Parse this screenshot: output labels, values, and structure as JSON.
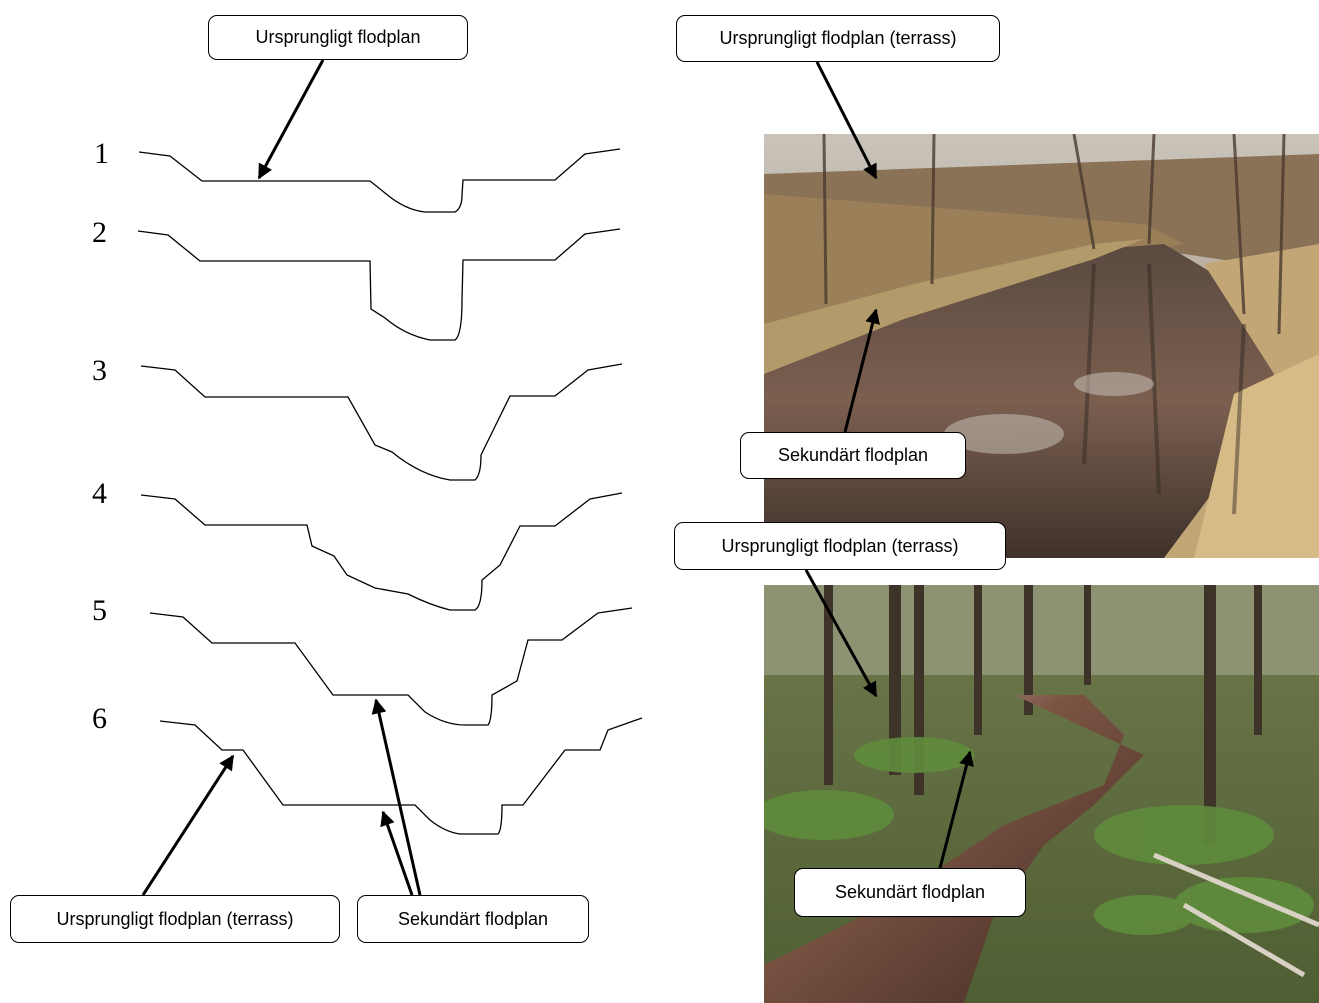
{
  "profiles": [
    {
      "number": "1"
    },
    {
      "number": "2"
    },
    {
      "number": "3"
    },
    {
      "number": "4"
    },
    {
      "number": "5"
    },
    {
      "number": "6"
    }
  ],
  "callouts": {
    "top_left": "Ursprungligt flodplan",
    "top_right": "Ursprungligt flodplan (terrass)",
    "photo1_secondary": "Sekundärt flodplan",
    "middle_right": "Ursprungligt flodplan (terrass)",
    "photo2_secondary": "Sekundärt flodplan",
    "bottom_left": "Ursprungligt flodplan (terrass)",
    "bottom_middle": "Sekundärt flodplan"
  },
  "photos": {
    "top": "river-photo-autumn-grassland",
    "bottom": "river-photo-forest-ferns"
  },
  "colors": {
    "line": "#000000",
    "background": "#ffffff"
  }
}
